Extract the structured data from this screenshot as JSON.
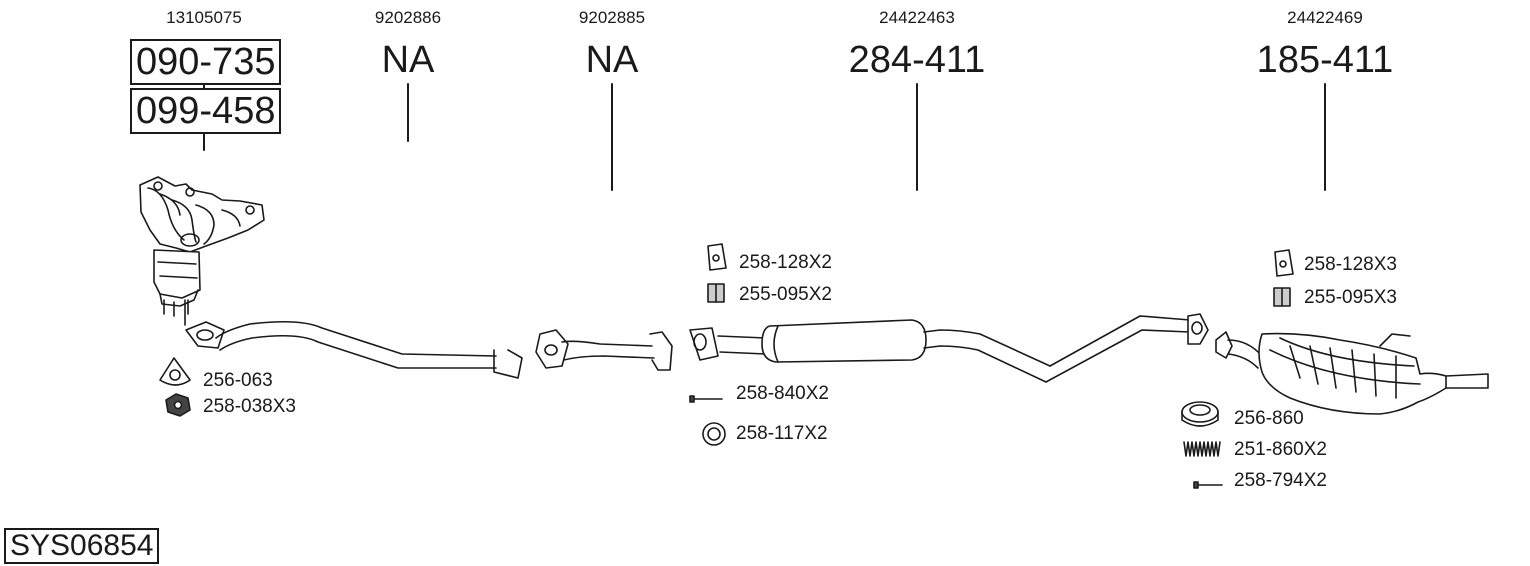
{
  "system_code": "SYS06854",
  "columns": [
    {
      "oe": "13105075",
      "parts": [
        "090-735",
        "099-458"
      ]
    },
    {
      "oe": "9202886",
      "parts": [
        "NA"
      ]
    },
    {
      "oe": "9202885",
      "parts": [
        "NA"
      ]
    },
    {
      "oe": "24422463",
      "parts": [
        "284-411"
      ]
    },
    {
      "oe": "24422469",
      "parts": [
        "185-411"
      ]
    }
  ],
  "accessories": {
    "manifold": [
      {
        "code": "256-063",
        "icon": "gasket-triangle-icon"
      },
      {
        "code": "258-038X3",
        "icon": "nut-icon"
      }
    ],
    "middle": [
      {
        "code": "258-128X2",
        "icon": "rubber-hanger-icon"
      },
      {
        "code": "255-095X2",
        "icon": "rubber-mount-icon"
      },
      {
        "code": "258-840X2",
        "icon": "bolt-icon"
      },
      {
        "code": "258-117X2",
        "icon": "sealing-ring-icon"
      }
    ],
    "rear": [
      {
        "code": "258-128X3",
        "icon": "rubber-hanger-icon"
      },
      {
        "code": "255-095X3",
        "icon": "rubber-mount-icon"
      },
      {
        "code": "256-860",
        "icon": "ring-gasket-icon"
      },
      {
        "code": "251-860X2",
        "icon": "spring-icon"
      },
      {
        "code": "258-794X2",
        "icon": "bolt-icon"
      }
    ]
  }
}
